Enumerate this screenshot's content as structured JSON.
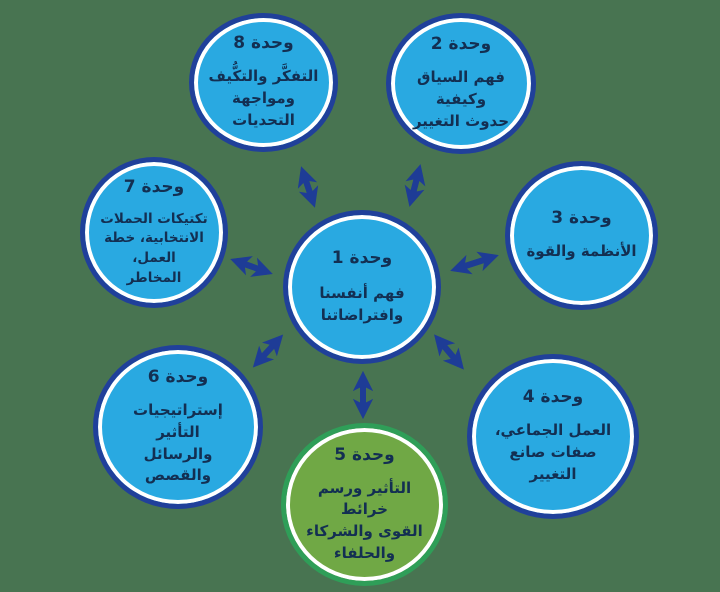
{
  "colors": {
    "background": "#487451",
    "blue_circle_fill": "#29a9e1",
    "blue_circle_ring": "#20409a",
    "green_circle_fill": "#70a845",
    "green_circle_ring": "#2f9e58",
    "inner_ring": "#ffffff",
    "text": "#132f52",
    "arrow": "#1e3c96"
  },
  "units": [
    {
      "id": "unit-1",
      "title": "وحدة 1",
      "description": "فهم أنفسنا\nوافتراضاتنا",
      "variant": "blue"
    },
    {
      "id": "unit-2",
      "title": "وحدة 2",
      "description": "فهم السياق وكيفية\nحدوث التغيير",
      "variant": "blue"
    },
    {
      "id": "unit-3",
      "title": "وحدة 3",
      "description": "الأنظمة والقوة",
      "variant": "blue"
    },
    {
      "id": "unit-4",
      "title": "وحدة 4",
      "description": "العمل الجماعي،\nصفات صانع التغيير",
      "variant": "blue"
    },
    {
      "id": "unit-5",
      "title": "وحدة 5",
      "description": "التأثير ورسم خرائط\nالقوى والشركاء\nوالحلفاء",
      "variant": "green"
    },
    {
      "id": "unit-6",
      "title": "وحدة 6",
      "description": "إستراتيجيات التأثير\nوالرسائل والقصص",
      "variant": "blue"
    },
    {
      "id": "unit-7",
      "title": "وحدة 7",
      "description": "تكتيكات الحملات\nالانتخابية، خطة العمل،\nالمخاطر",
      "variant": "blue"
    },
    {
      "id": "unit-8",
      "title": "وحدة 8",
      "description": "التفكَّر والتكُّيف\nومواجهة التحديات",
      "variant": "blue"
    }
  ]
}
